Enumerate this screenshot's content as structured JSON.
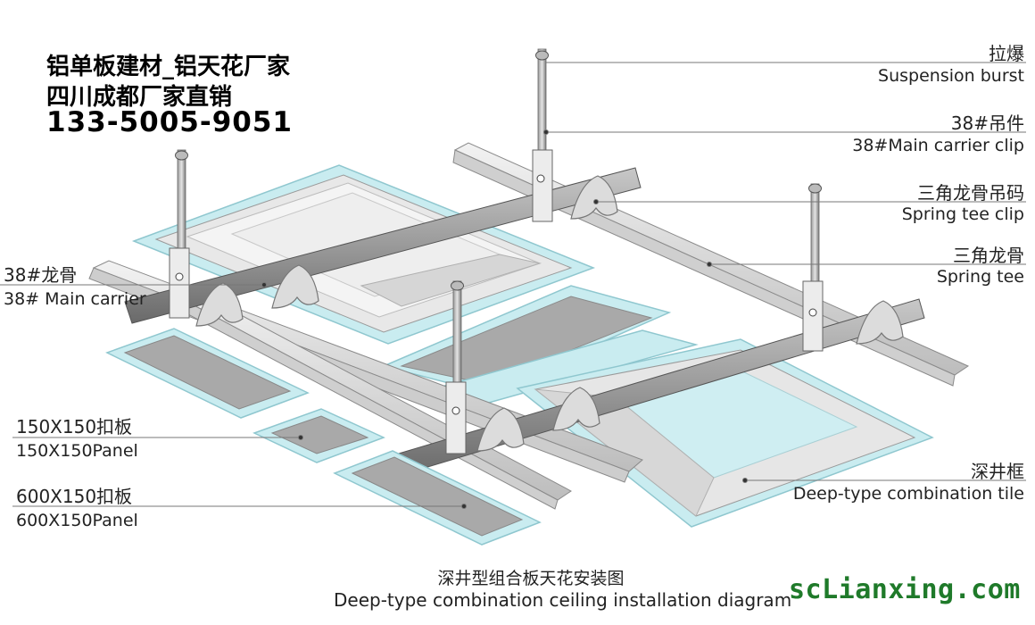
{
  "company": {
    "line1": "铝单板建材_铝天花厂家",
    "line2": "四川成都厂家直销",
    "phone": "133-5005-9051"
  },
  "labels": {
    "suspension_burst": {
      "cn": "拉爆",
      "en": "Suspension burst"
    },
    "main_carrier_clip": {
      "cn": "38#吊件",
      "en": "38#Main carrier clip"
    },
    "spring_tee_clip": {
      "cn": "三角龙骨吊码",
      "en": "Spring tee clip"
    },
    "spring_tee": {
      "cn": "三角龙骨",
      "en": "Spring tee"
    },
    "main_carrier": {
      "cn": "38#龙骨",
      "en": "38# Main carrier"
    },
    "panel_150": {
      "cn": "150X150扣板",
      "en": "150X150Panel"
    },
    "panel_600": {
      "cn": "600X150扣板",
      "en": "600X150Panel"
    },
    "deep_tile": {
      "cn": "深井框",
      "en": "Deep-type combination tile"
    }
  },
  "caption": {
    "cn": "深井型组合板天花安装图",
    "en": "Deep-type combination ceiling installation diagram"
  },
  "brand": "scLianxing.com",
  "colors": {
    "panel_glass": "#c9ecf0",
    "panel_edge": "#8fc7cf",
    "metal_light": "#e2e2e2",
    "metal_mid": "#b4b4b4",
    "metal_dark": "#6e6e6e",
    "panel_fill": "#a9a9a9",
    "brand_green": "#1f7a2a"
  }
}
